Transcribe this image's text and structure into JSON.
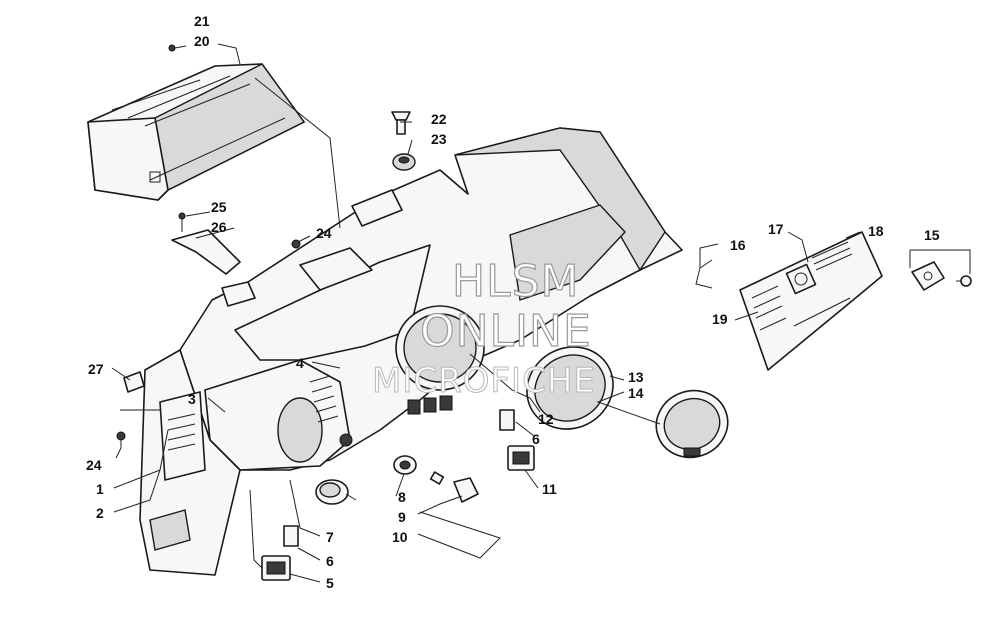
{
  "diagram": {
    "callouts": [
      "21",
      "20",
      "22",
      "23",
      "25",
      "26",
      "24",
      "16",
      "17",
      "18",
      "15",
      "19",
      "4",
      "27",
      "3",
      "13",
      "14",
      "12",
      "6",
      "24",
      "1",
      "2",
      "11",
      "8",
      "9",
      "10",
      "7",
      "6",
      "5"
    ]
  },
  "watermark": {
    "line1": "HLSM",
    "line2": "ONLINE",
    "line3": "MICROFICHE"
  }
}
